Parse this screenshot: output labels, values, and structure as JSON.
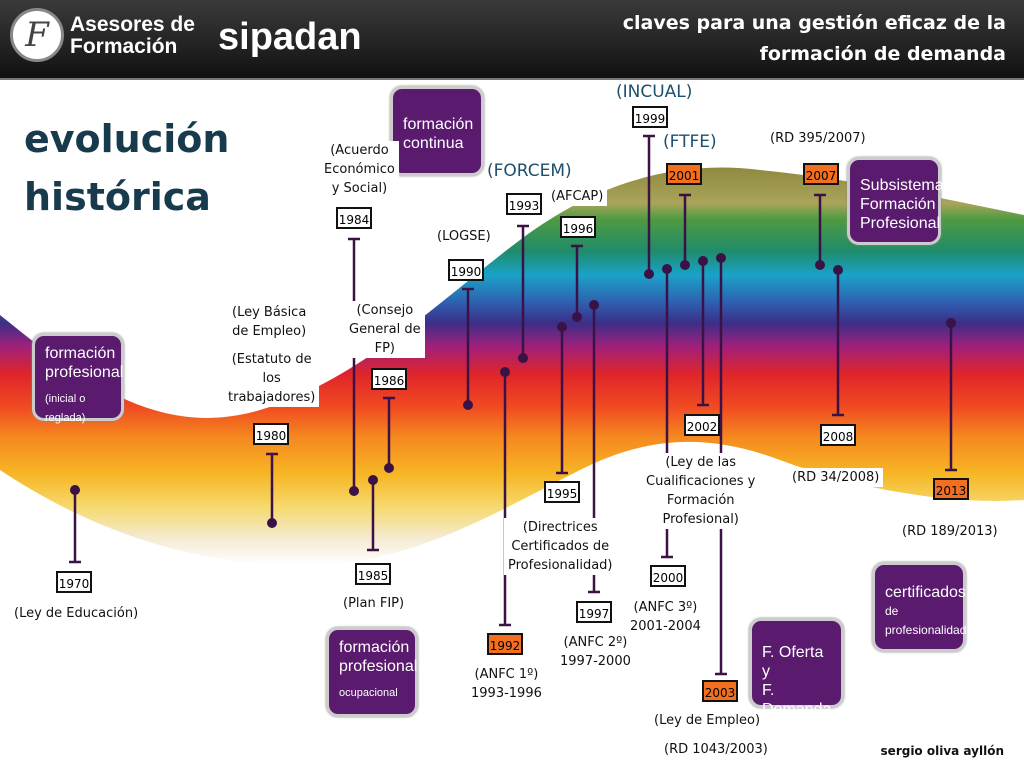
{
  "header": {
    "brand_line1": "Asesores de",
    "brand_line2": "Formación",
    "logo_letter": "F",
    "product": "sipadan",
    "tagline_line1": "claves para una gestión eficaz de la",
    "tagline_line2": "formación de demanda"
  },
  "title": {
    "line1": "evolución",
    "line2": "histórica"
  },
  "colors": {
    "highlight": "#f26f1f",
    "purple": "#5a1a6e",
    "marker": "#3a1245"
  },
  "years": {
    "y1970": "1970",
    "y1980": "1980",
    "y1984": "1984",
    "y1985": "1985",
    "y1986": "1986",
    "y1990": "1990",
    "y1992": "1992",
    "y1993": "1993",
    "y1995": "1995",
    "y1996": "1996",
    "y1997": "1997",
    "y1999": "1999",
    "y2000": "2000",
    "y2001": "2001",
    "y2002": "2002",
    "y2003": "2003",
    "y2007": "2007",
    "y2008": "2008",
    "y2013": "2013"
  },
  "labels": {
    "ley_educacion": "(Ley de Educación)",
    "ley_basica_1": "(Ley Básica",
    "ley_basica_2": "de Empleo)",
    "estatuto_1": "(Estatuto de",
    "estatuto_2": "los",
    "estatuto_3": "trabajadores)",
    "acuerdo_1": "(Acuerdo",
    "acuerdo_2": "Económico",
    "acuerdo_3": "y Social)",
    "plan_fip": "(Plan FIP)",
    "consejo_1": "(Consejo",
    "consejo_2": "General de",
    "consejo_3": "FP)",
    "logse": "(LOGSE)",
    "anfc1_1": "(ANFC 1º)",
    "anfc1_2": "1993-1996",
    "afcap": "(AFCAP)",
    "directrices_1": "(Directrices",
    "directrices_2": "Certificados de",
    "directrices_3": "Profesionalidad)",
    "anfc2_1": "(ANFC 2º)",
    "anfc2_2": "1997-2000",
    "cualif_1": "(Ley de las",
    "cualif_2": "Cualificaciones y",
    "cualif_3": "Formación",
    "cualif_4": "Profesional)",
    "anfc3_1": "(ANFC 3º)",
    "anfc3_2": "2001-2004",
    "ley_empleo": "(Ley de Empleo)",
    "rd1043": "(RD 1043/2003)",
    "rd395": "(RD 395/2007)",
    "rd34": "(RD 34/2008)",
    "rd189": "(RD 189/2013)"
  },
  "blue_labels": {
    "forcem": "(FORCEM)",
    "incual": "(INCUAL)",
    "ftfe": "(FTFE)"
  },
  "boxes": {
    "fp_line1": "formación",
    "fp_line2": "profesional",
    "fp_small": "(inicial o reglada)",
    "fc_line1": "formación",
    "fc_line2": "continua",
    "fo_line1": "formación",
    "fo_line2": "profesional",
    "fo_small": "ocupacional",
    "sub_line1": "Subsistema",
    "sub_line2": "Formación",
    "sub_line3": "Profesional",
    "cert_line1": "certificados",
    "cert_line2": "de",
    "cert_line3": "profesionalidad",
    "ofd_line1": "F. Oferta y",
    "ofd_line2": "F. Demanda"
  },
  "author": "sergio oliva ayllón"
}
